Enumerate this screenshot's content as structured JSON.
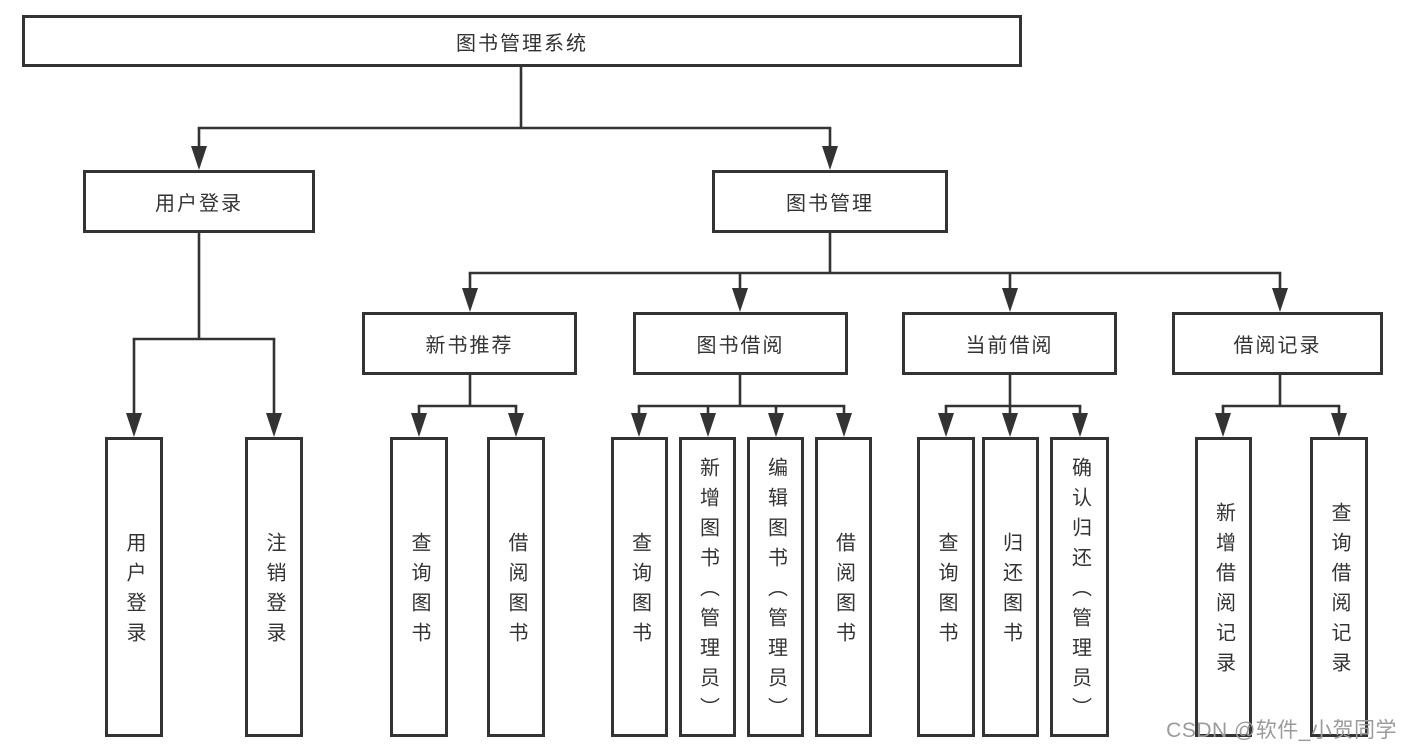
{
  "tree": {
    "label": "图书管理系统",
    "children": [
      {
        "label": "用户登录",
        "children": [
          {
            "label": "用户登录"
          },
          {
            "label": "注销登录"
          }
        ]
      },
      {
        "label": "图书管理",
        "children": [
          {
            "label": "新书推荐",
            "children": [
              {
                "label": "查询图书"
              },
              {
                "label": "借阅图书"
              }
            ]
          },
          {
            "label": "图书借阅",
            "children": [
              {
                "label": "查询图书"
              },
              {
                "label": "新增图书（管理员）"
              },
              {
                "label": "编辑图书（管理员）"
              },
              {
                "label": "借阅图书"
              }
            ]
          },
          {
            "label": "当前借阅",
            "children": [
              {
                "label": "查询图书"
              },
              {
                "label": "归还图书"
              },
              {
                "label": "确认归还（管理员）"
              }
            ]
          },
          {
            "label": "借阅记录",
            "children": [
              {
                "label": "新增借阅记录"
              },
              {
                "label": "查询借阅记录"
              }
            ]
          }
        ]
      }
    ]
  },
  "watermark": "CSDN @软件_小贺同学",
  "colors": {
    "line": "#333333",
    "text": "#333333",
    "watermark": "#9b9b9b",
    "background": "#ffffff"
  }
}
